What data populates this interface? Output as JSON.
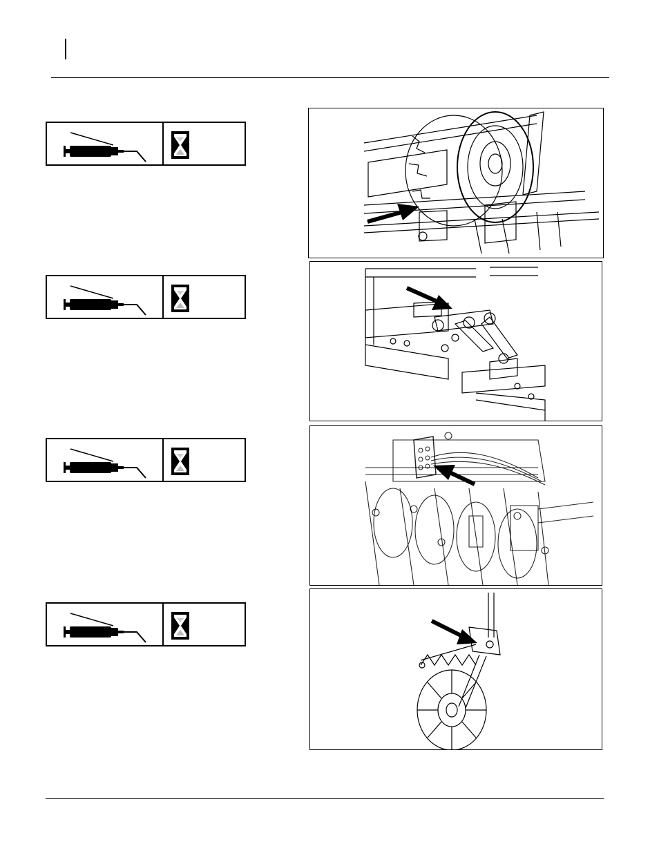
{
  "page": {
    "header_text": "",
    "footer_text": ""
  },
  "lube_points": [
    {
      "icons": [
        "grease-gun-icon",
        "hourglass-icon"
      ],
      "figure": "wheel-pivot"
    },
    {
      "icons": [
        "grease-gun-icon",
        "hourglass-icon"
      ],
      "figure": "frame-hinge"
    },
    {
      "icons": [
        "grease-gun-icon",
        "hourglass-icon"
      ],
      "figure": "grease-bank"
    },
    {
      "icons": [
        "grease-gun-icon",
        "hourglass-icon"
      ],
      "figure": "coulter-pivot"
    }
  ]
}
